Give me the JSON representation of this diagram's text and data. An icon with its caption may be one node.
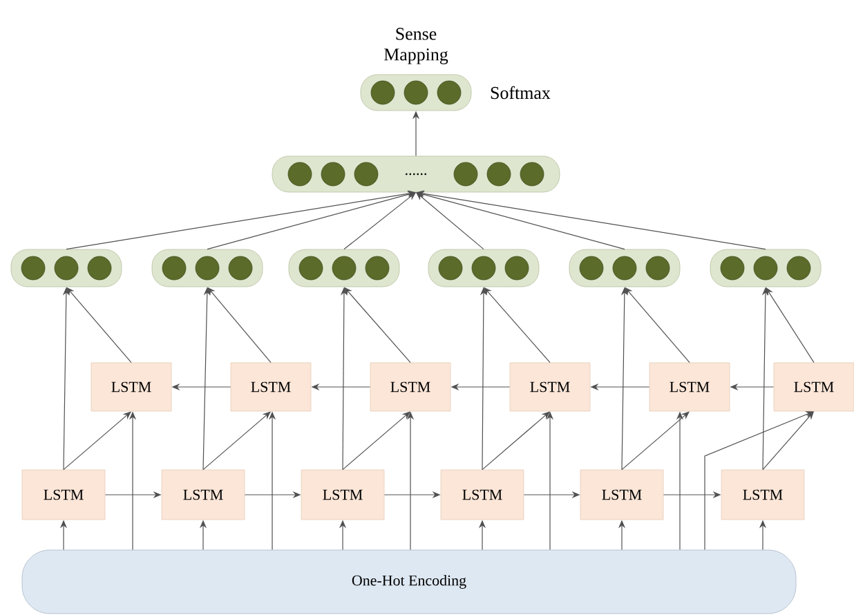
{
  "diagram": {
    "nodes": [
      {
        "text": [
          "Sense Mapping"
        ],
        "beside": [
          "Softmax"
        ]
      },
      {
        "text": [
          "......"
        ]
      },
      {
        "text": [],
        "shape": "box"
      },
      {
        "text": [],
        "shape": "box"
      },
      {
        "text": [],
        "shape": "box"
      },
      {
        "text": [],
        "shape": "box"
      },
      {
        "text": [],
        "shape": "box"
      },
      {
        "text": [],
        "shape": "box"
      },
      {
        "text": [
          "LSTM"
        ]
      },
      {
        "text": [
          "LSTM"
        ]
      },
      {
        "text": [
          "LSTM"
        ]
      },
      {
        "text": [
          "LSTM"
        ]
      },
      {
        "text": [
          "LSTM"
        ]
      },
      {
        "text": [
          "LSTM"
        ]
      },
      {
        "text": [
          "LSTM"
        ]
      },
      {
        "text": [
          "LSTM"
        ]
      },
      {
        "text": [
          "LSTM"
        ]
      },
      {
        "text": [
          "LSTM"
        ]
      },
      {
        "text": [
          "LSTM"
        ]
      },
      {
        "text": [
          "LSTM"
        ]
      },
      {
        "text": [
          "One-Hot Encoding"
        ]
      }
    ],
    "edges": [
      {
        "from": 1,
        "to": 0,
        "arrow": "to"
      },
      {
        "from": 2,
        "to": 1,
        "arrow": "to"
      },
      {
        "from": 3,
        "to": 1,
        "arrow": "to"
      },
      {
        "from": 4,
        "to": 1,
        "arrow": "to"
      },
      {
        "from": 5,
        "to": 1,
        "arrow": "to"
      },
      {
        "from": 6,
        "to": 1,
        "arrow": "to"
      },
      {
        "from": 7,
        "to": 1,
        "arrow": "to"
      },
      {
        "from": 14,
        "to": 2,
        "arrow": "to"
      },
      {
        "from": 8,
        "to": 2,
        "arrow": "to"
      },
      {
        "from": 15,
        "to": 3,
        "arrow": "to"
      },
      {
        "from": 9,
        "to": 3,
        "arrow": "to"
      },
      {
        "from": 16,
        "to": 4,
        "arrow": "to"
      },
      {
        "from": 10,
        "to": 4,
        "arrow": "to"
      },
      {
        "from": 17,
        "to": 5,
        "arrow": "to"
      },
      {
        "from": 11,
        "to": 5,
        "arrow": "to"
      },
      {
        "from": 18,
        "to": 6,
        "arrow": "to"
      },
      {
        "from": 12,
        "to": 6,
        "arrow": "to"
      },
      {
        "from": 19,
        "to": 7,
        "arrow": "to"
      },
      {
        "from": 13,
        "to": 7,
        "arrow": "to"
      },
      {
        "from": 9,
        "to": 8,
        "arrow": "to"
      },
      {
        "from": 10,
        "to": 9,
        "arrow": "to"
      },
      {
        "from": 11,
        "to": 10,
        "arrow": "to"
      },
      {
        "from": 12,
        "to": 11,
        "arrow": "to"
      },
      {
        "from": 13,
        "to": 12,
        "arrow": "to"
      },
      {
        "from": 14,
        "to": 15,
        "arrow": "to"
      },
      {
        "from": 15,
        "to": 16,
        "arrow": "to"
      },
      {
        "from": 16,
        "to": 17,
        "arrow": "to"
      },
      {
        "from": 17,
        "to": 18,
        "arrow": "to"
      },
      {
        "from": 18,
        "to": 19,
        "arrow": "to"
      },
      {
        "from": 14,
        "to": 8,
        "arrow": "to"
      },
      {
        "from": 15,
        "to": 9,
        "arrow": "to"
      },
      {
        "from": 16,
        "to": 10,
        "arrow": "to"
      },
      {
        "from": 17,
        "to": 11,
        "arrow": "to"
      },
      {
        "from": 18,
        "to": 12,
        "arrow": "to"
      },
      {
        "from": 19,
        "to": 13,
        "arrow": "to"
      },
      {
        "from": 20,
        "to": 14,
        "arrow": "to"
      },
      {
        "from": 20,
        "to": 15,
        "arrow": "to"
      },
      {
        "from": 20,
        "to": 16,
        "arrow": "to"
      },
      {
        "from": 20,
        "to": 17,
        "arrow": "to"
      },
      {
        "from": 20,
        "to": 18,
        "arrow": "to"
      },
      {
        "from": 20,
        "to": 19,
        "arrow": "to"
      },
      {
        "from": 20,
        "to": 8,
        "arrow": "to"
      },
      {
        "from": 20,
        "to": 9,
        "arrow": "to"
      },
      {
        "from": 20,
        "to": 10,
        "arrow": "to"
      },
      {
        "from": 20,
        "to": 11,
        "arrow": "to"
      },
      {
        "from": 20,
        "to": 12,
        "arrow": "to"
      },
      {
        "from": 20,
        "to": 13,
        "arrow": "to"
      }
    ]
  }
}
